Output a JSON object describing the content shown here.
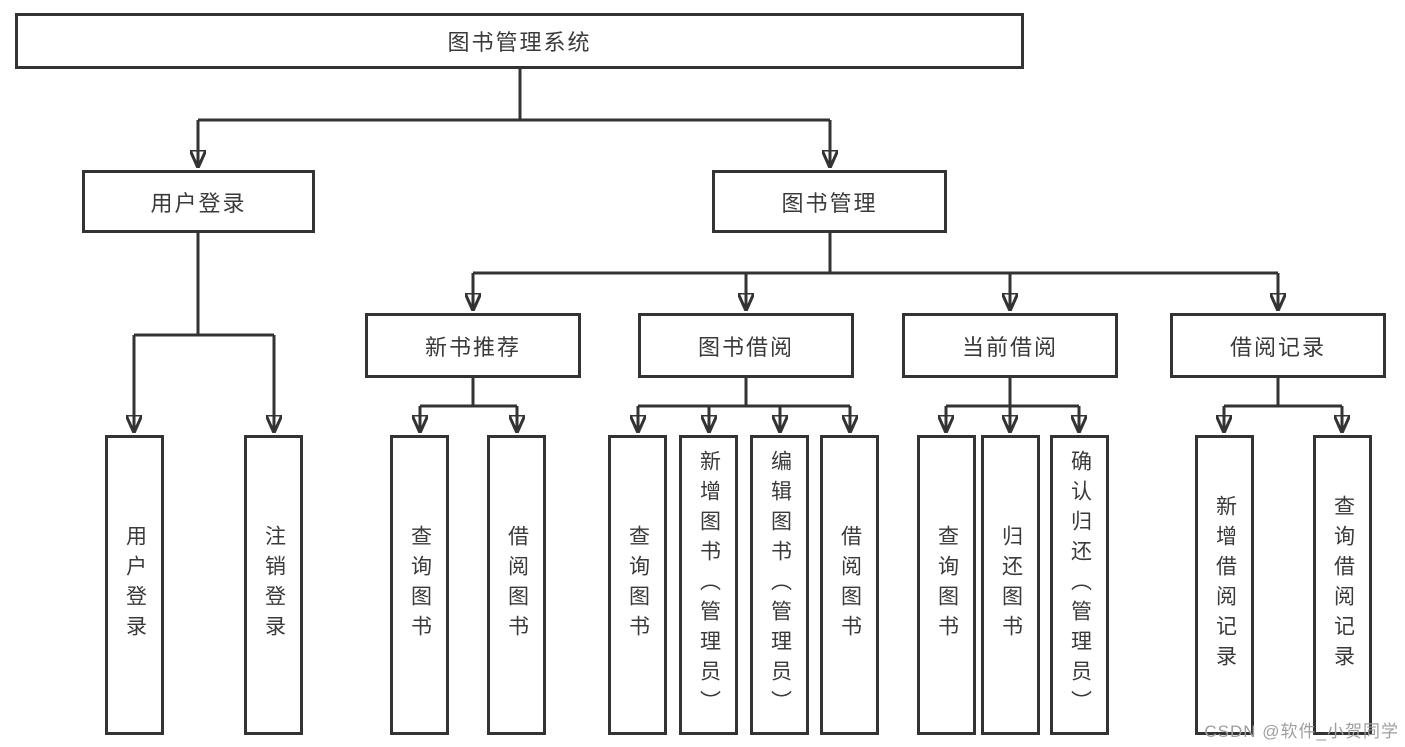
{
  "diagram": {
    "root": "图书管理系统",
    "level2": [
      "用户登录",
      "图书管理"
    ],
    "level3": [
      "新书推荐",
      "图书借阅",
      "当前借阅",
      "借阅记录"
    ],
    "leaves": [
      "用户登录",
      "注销登录",
      "查询图书",
      "借阅图书",
      "查询图书",
      "新增图书（管理员）",
      "编辑图书（管理员）",
      "借阅图书",
      "查询图书",
      "归还图书",
      "确认归还（管理员）",
      "新增借阅记录",
      "查询借阅记录"
    ]
  },
  "watermark": {
    "text": "CSDN @软件_小贺同学"
  },
  "colors": {
    "line": "#333333",
    "box_border": "#333333",
    "box_background": "#ffffff",
    "text": "#3a3a3a",
    "watermark": "#9e9e9e"
  }
}
